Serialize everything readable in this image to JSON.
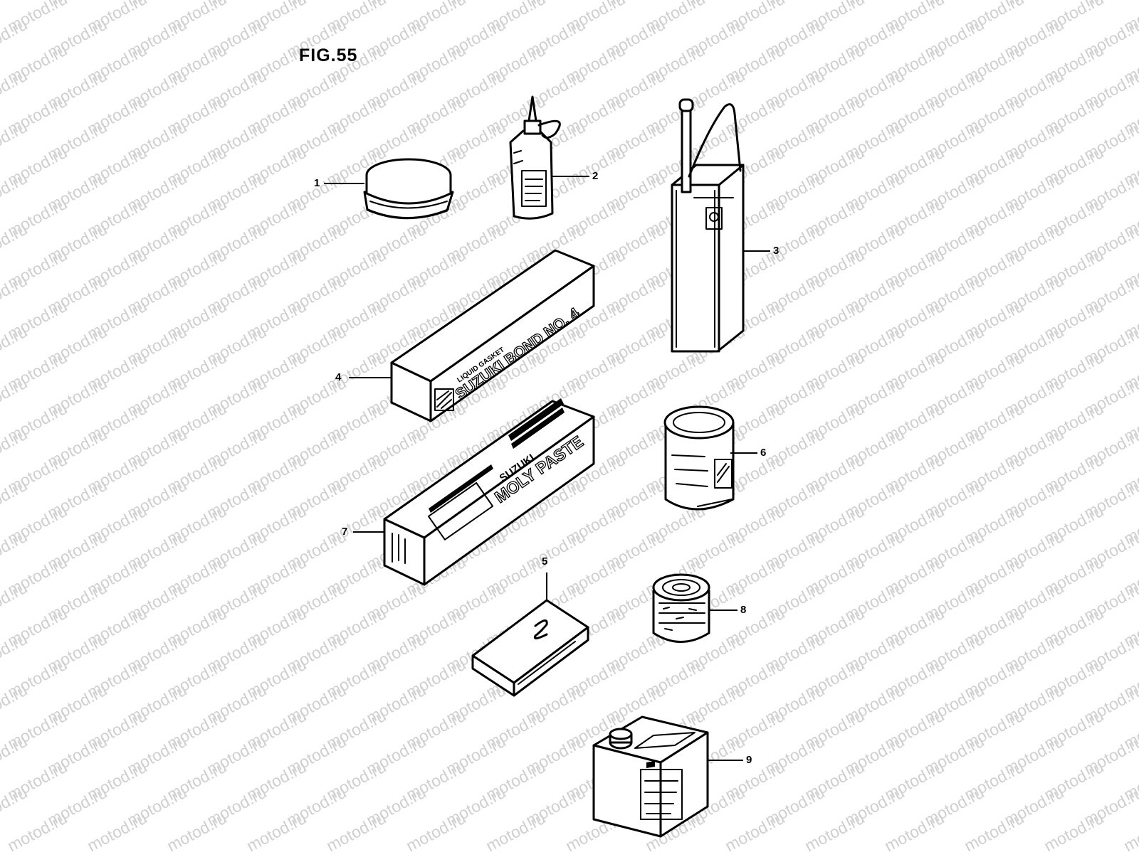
{
  "figure": {
    "title": "FIG.55",
    "watermark": "motod.ru"
  },
  "parts": [
    {
      "number": "1",
      "icon": "sealant-tub-icon"
    },
    {
      "number": "2",
      "icon": "oil-bottle-icon"
    },
    {
      "number": "3",
      "icon": "oil-can-icon"
    },
    {
      "number": "4",
      "icon": "bond-box-icon",
      "label_lines": [
        "LIQUID GASKET",
        "SUZUKI BOND NO. 4"
      ]
    },
    {
      "number": "5",
      "icon": "grease-case-icon"
    },
    {
      "number": "6",
      "icon": "paint-can-icon"
    },
    {
      "number": "7",
      "icon": "moly-paste-box-icon",
      "label_lines": [
        "SUZUKI",
        "MOLY PASTE"
      ]
    },
    {
      "number": "8",
      "icon": "small-tin-icon"
    },
    {
      "number": "9",
      "icon": "fuel-tin-icon"
    }
  ],
  "colors": {
    "ink": "#000000",
    "paper": "#ffffff",
    "watermark": "#cfcfcf"
  }
}
